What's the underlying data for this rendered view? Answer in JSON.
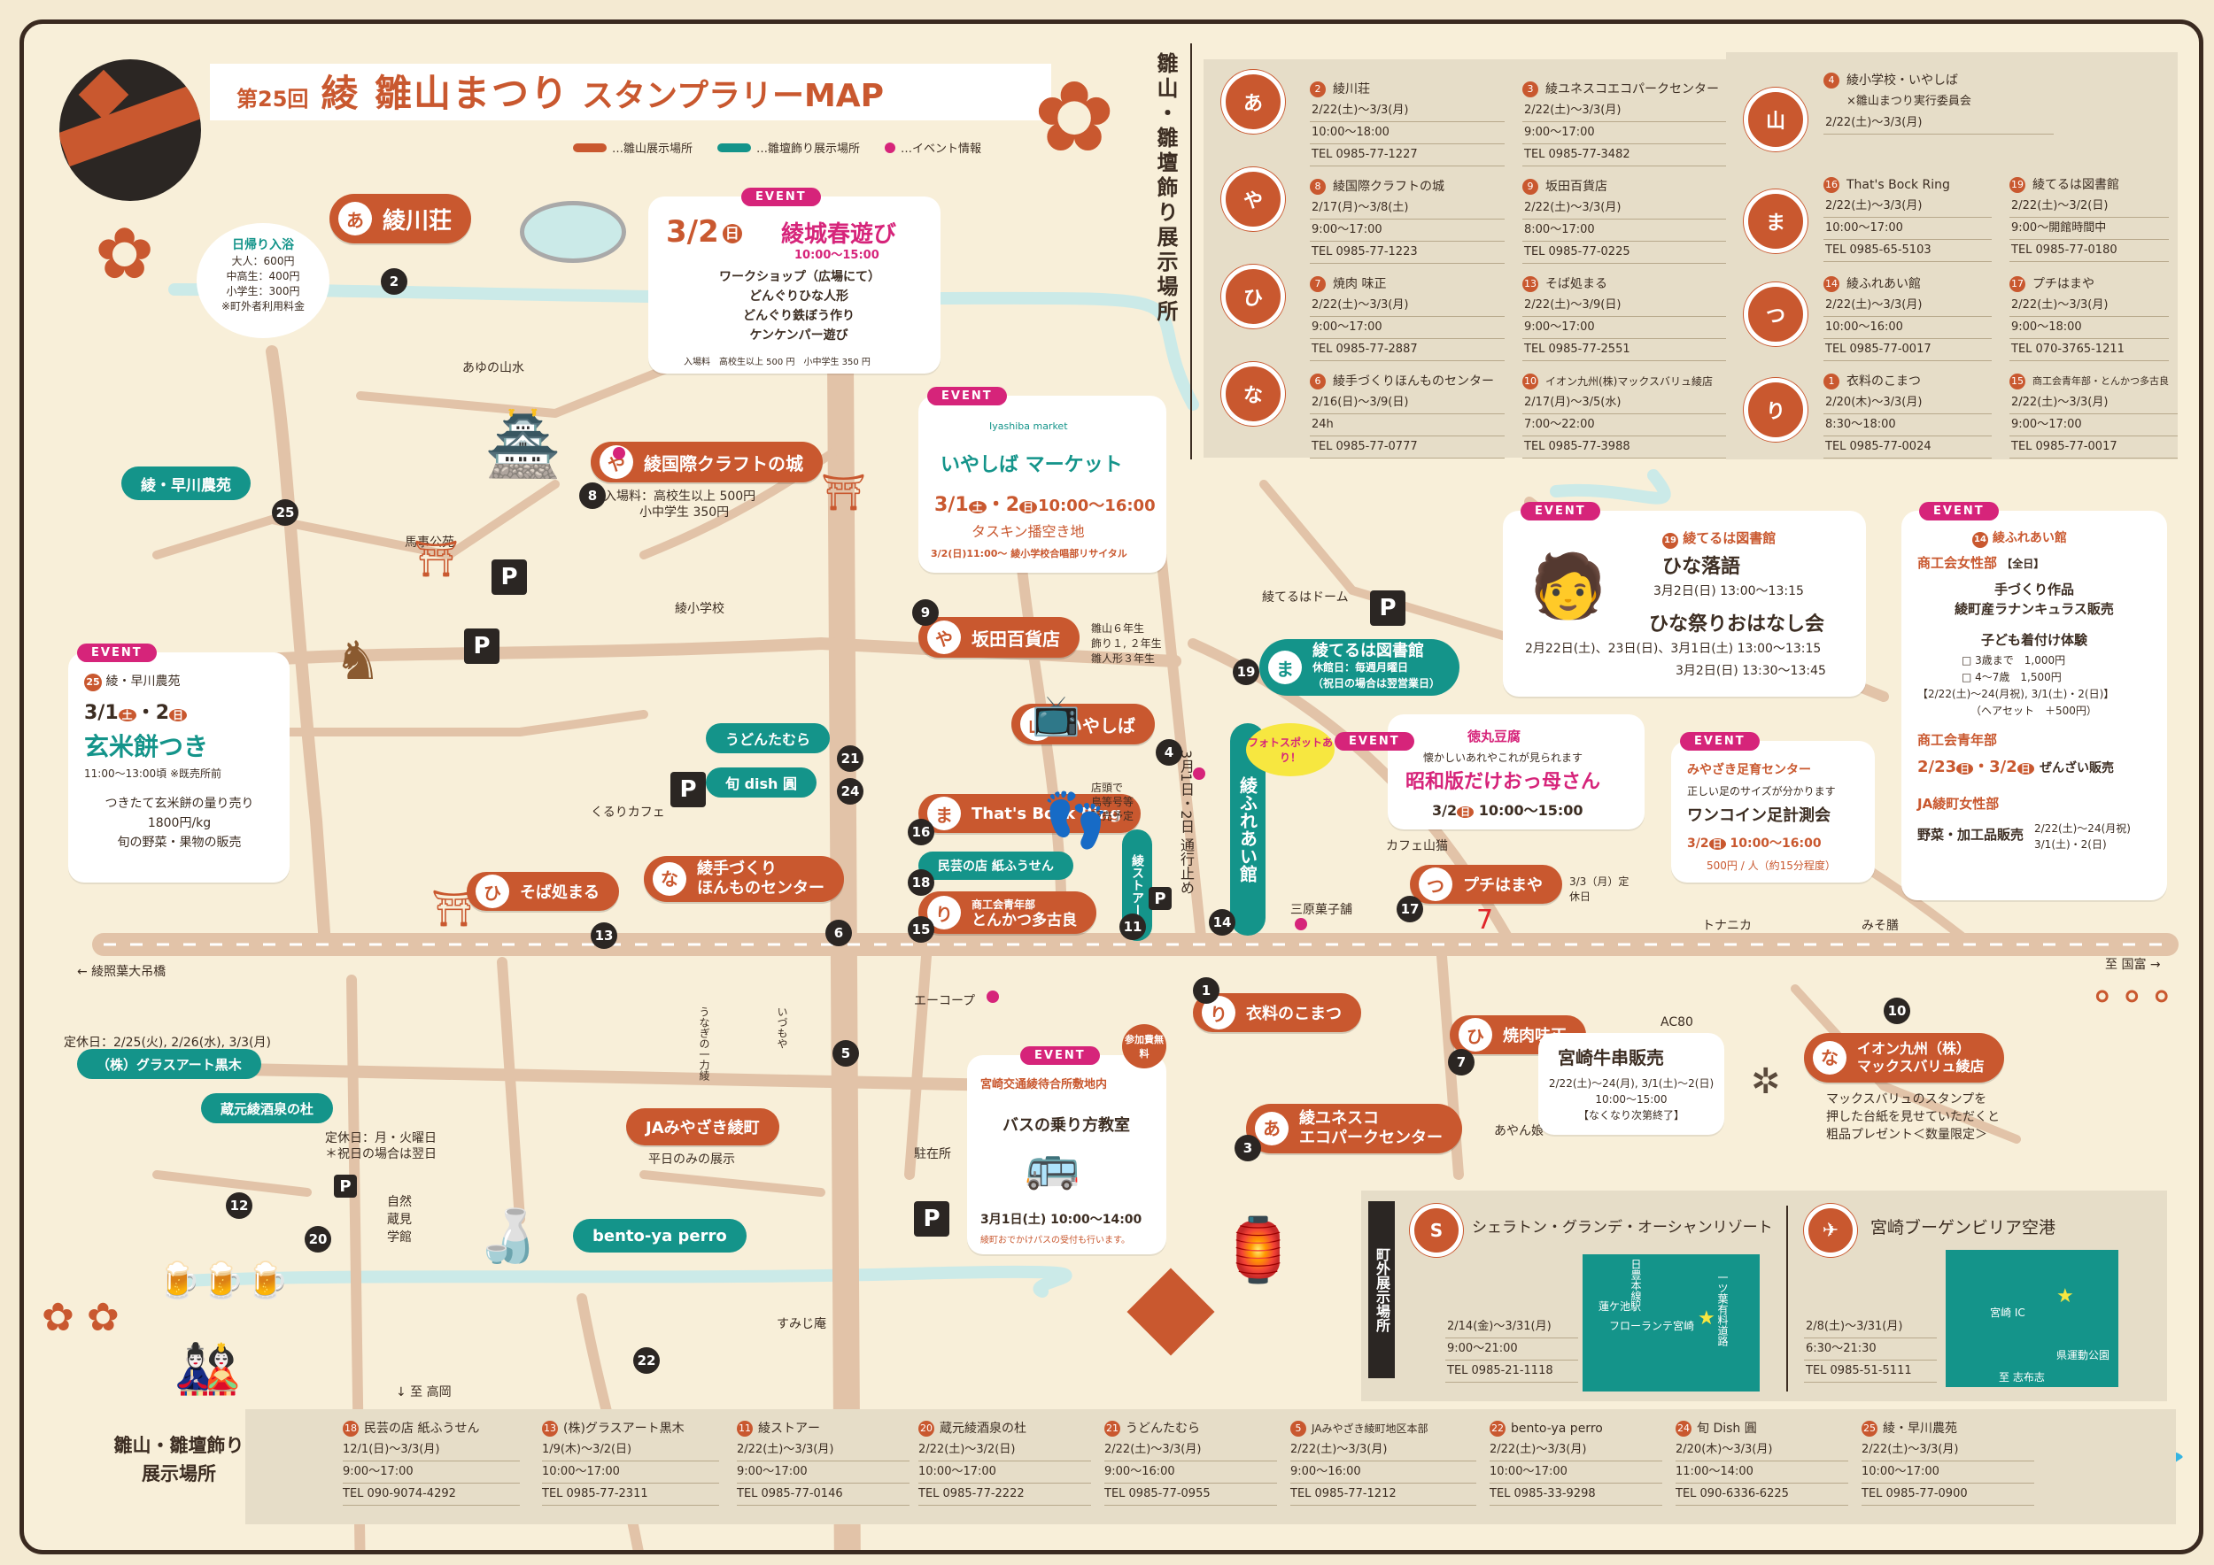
{
  "header": {
    "edition": "第25回",
    "title_main": "綾 雛山まつり",
    "title_sub": "スタンプラリーMAP",
    "legend": [
      {
        "text": "…雛山展示場所",
        "color": "#c9582f"
      },
      {
        "text": "…雛壇飾り展示場所",
        "color": "#14948a"
      },
      {
        "text": "…イベント情報",
        "color": "#d6247a"
      }
    ]
  },
  "right_panel": {
    "vertical_title": "雛山・雛壇飾り展示場所",
    "rows": [
      {
        "symbol": "あ",
        "items": [
          {
            "num": "2",
            "name": "綾川荘",
            "date": "2/22(土)～3/3(月)",
            "hours": "10:00～18:00",
            "tel": "TEL 0985-77-1227"
          },
          {
            "num": "3",
            "name": "綾ユネスコエコパークセンター",
            "date": "2/22(土)～3/3(月)",
            "hours": "9:00～17:00",
            "tel": "TEL 0985-77-3482"
          }
        ]
      },
      {
        "symbol": "や",
        "items": [
          {
            "num": "8",
            "name": "綾国際クラフトの城",
            "date": "2/17(月)～3/8(土)",
            "hours": "9:00～17:00",
            "tel": "TEL 0985-77-1223"
          },
          {
            "num": "9",
            "name": "坂田百貨店",
            "date": "2/22(土)～3/3(月)",
            "hours": "8:00～17:00",
            "tel": "TEL 0985-77-0225"
          }
        ]
      },
      {
        "symbol": "ひ",
        "items": [
          {
            "num": "7",
            "name": "焼肉 味正",
            "date": "2/22(土)～3/3(月)",
            "hours": "9:00～17:00",
            "tel": "TEL 0985-77-2887"
          },
          {
            "num": "13",
            "name": "そば処まる",
            "date": "2/22(土)～3/9(日)",
            "hours": "9:00～17:00",
            "tel": "TEL 0985-77-2551"
          }
        ]
      },
      {
        "symbol": "な",
        "items": [
          {
            "num": "6",
            "name": "綾手づくりほんものセンター",
            "date": "2/16(日)～3/9(日)",
            "hours": "24h",
            "tel": "TEL 0985-77-0777"
          },
          {
            "num": "10",
            "name": "イオン九州(株)マックスバリュ綾店",
            "date": "2/17(月)～3/5(水)",
            "hours": "7:00～22:00",
            "tel": "TEL 0985-77-3988"
          }
        ]
      }
    ],
    "col2": [
      {
        "symbol": "山",
        "items": [
          {
            "num": "4",
            "name": "綾小学校・いやしば",
            "name2": "×雛山まつり実行委員会",
            "date": "2/22(土)～3/3(月)",
            "hours": "",
            "tel": ""
          }
        ]
      },
      {
        "symbol": "ま",
        "items": [
          {
            "num": "16",
            "name": "That's Bock Ring",
            "date": "2/22(土)～3/3(月)",
            "hours": "10:00～17:00",
            "tel": "TEL 0985-65-5103"
          },
          {
            "num": "19",
            "name": "綾てるは図書館",
            "date": "2/22(土)～3/2(日)",
            "hours": "9:00～開館時間中",
            "tel": "TEL 0985-77-0180"
          }
        ]
      },
      {
        "symbol": "つ",
        "items": [
          {
            "num": "14",
            "name": "綾ふれあい館",
            "date": "2/22(土)～3/3(月)",
            "hours": "10:00～16:00",
            "tel": "TEL 0985-77-0017"
          },
          {
            "num": "17",
            "name": "プチはまや",
            "date": "2/22(土)～3/3(月)",
            "hours": "9:00～18:00",
            "tel": "TEL 070-3765-1211"
          }
        ]
      },
      {
        "symbol": "り",
        "items": [
          {
            "num": "1",
            "name": "衣料のこまつ",
            "date": "2/20(木)～3/3(月)",
            "hours": "8:30～18:00",
            "tel": "TEL 0985-77-0024"
          },
          {
            "num": "15",
            "name": "商工会青年部・とんかつ多古良",
            "date": "2/22(土)～3/3(月)",
            "hours": "9:00～17:00",
            "tel": "TEL 0985-77-0017"
          }
        ]
      }
    ]
  },
  "map": {
    "onsen_box": {
      "title": "日帰り入浴",
      "lines": [
        "大人：600円",
        "中高生：400円",
        "小学生：300円"
      ],
      "note": "※町外者利用料金"
    },
    "labels_red": [
      {
        "sym": "あ",
        "text": "綾川荘"
      },
      {
        "sym": "や",
        "text": "綾国際クラフトの城"
      },
      {
        "sym": "や",
        "text": "坂田百貨店"
      },
      {
        "sym": "山",
        "text": "いやしば"
      },
      {
        "sym": "ま",
        "text": "That's Bock Ring"
      },
      {
        "sym": "な",
        "text": "綾手づくり\nほんものセンター"
      },
      {
        "sym": "ひ",
        "text": "そば処まる"
      },
      {
        "sym": "り",
        "text": "とんかつ多古良"
      },
      {
        "sym": "り",
        "text": "衣料のこまつ"
      },
      {
        "sym": "ひ",
        "text": "焼肉味正"
      },
      {
        "sym": "あ",
        "text": "綾ユネスコ\nエコパークセンター"
      },
      {
        "sym": "な",
        "text": "イオン九州（株）\nマックスバリュ綾店"
      },
      {
        "sym": "つ",
        "text": "プチはまや"
      },
      {
        "sym": "",
        "text": "JAみやざき綾町"
      }
    ],
    "labels_teal": [
      {
        "text": "綾・早川農苑"
      },
      {
        "text": "うどんたむら"
      },
      {
        "text": "旬 dish 圓"
      },
      {
        "text": "民芸の店 紙ふうせん"
      },
      {
        "text": "（株）グラスアート黒木"
      },
      {
        "text": "蔵元綾酒泉の杜"
      },
      {
        "text": "bento-ya perro"
      },
      {
        "text": "綾てるは図書館"
      },
      {
        "text": "綾ふれあい館"
      },
      {
        "text": "綾ストアー"
      }
    ],
    "craft_fee": [
      "入場料：高校生以上 500円",
      "小中学生 350円"
    ],
    "teruha_note": [
      "休館日：毎週月曜日",
      "（祝日の場合は翌営業日）"
    ],
    "tonkatsu_prefix": "商工会青年部",
    "ja_note": "平日のみの展示",
    "sakeizumi_note": [
      "定休日：月・火曜日",
      "＊祝日の場合は翌日"
    ],
    "glass_note": "定休日：2/25(火), 2/26(水), 3/3(月)",
    "store_note": [
      "店頭で",
      "鳥等号等",
      "販売予定"
    ],
    "iyashiba_note": [
      "雛山６年生",
      "飾り１, ２年生",
      "雛人形３年生"
    ],
    "road_closed": "3月1日・2日 通行止め",
    "places": [
      "あゆの山水",
      "馬事公苑",
      "綾小学校",
      "綾てるはドーム",
      "くるりカフェ",
      "カフェ山猫",
      "三原菓子舗",
      "トナニカ",
      "みそ膳",
      "AC80",
      "エーコープ",
      "駐在所",
      "自然蔵見学館",
      "すみじ庵",
      "うなぎの一力綾",
      "いづもや",
      "あやん娘",
      "3/3（月）定休日",
      "← 綾照葉大吊橋",
      "至 国富 →",
      "↓ 至 高岡"
    ],
    "photo_spot": "フォトスポットあり！",
    "numbers": [
      "2",
      "8",
      "25",
      "9",
      "4",
      "21",
      "24",
      "16",
      "18",
      "15",
      "11",
      "14",
      "17",
      "13",
      "6",
      "1",
      "5",
      "3",
      "7",
      "10",
      "19",
      "12",
      "20",
      "22"
    ]
  },
  "events": {
    "haru": {
      "tag": "EVENT",
      "date": "3/2",
      "dow": "日",
      "title": "綾城春遊び",
      "time": "10:00～15:00",
      "items": [
        "ワークショップ（広場にて）",
        "どんぐりひな人形",
        "どんぐり鉄ぼう作り",
        "ケンケンパー遊び"
      ],
      "fee": "入場料　高校生以上 500 円　小中学生 350 円"
    },
    "iyashiba": {
      "tag": "EVENT",
      "brand": "Iyashiba market",
      "title": "いやしば マーケット",
      "date": "3/1",
      "dow1": "土",
      "date2": "2",
      "dow2": "日",
      "time": "10:00～16:00",
      "place": "タスキン播空き地",
      "note": "3/2(日)11:00～ 綾小学校合唱部リサイタル"
    },
    "genmai": {
      "tag": "EVENT",
      "num": "25",
      "place": "綾・早川農苑",
      "date": "3/1",
      "dow1": "土",
      "date2": "2",
      "dow2": "日",
      "title": "玄米餅つき",
      "time": "11:00～13:00頃 ※既売所前",
      "lines": [
        "つきたて玄米餅の量り売り",
        "1800円/kg",
        "旬の野菜・果物の販売"
      ]
    },
    "library": {
      "tag": "EVENT",
      "num": "19",
      "place": "綾てるは図書館",
      "title1": "ひな落語",
      "date1": "3月2日(日) 13:00～13:15",
      "title2": "ひな祭りおはなし会",
      "date2a": "2月22日(土)、23日(日)、3月1日(土) 13:00～13:15",
      "date2b": "3月2日(日) 13:30～13:45"
    },
    "fureai": {
      "tag": "EVENT",
      "num": "14",
      "place": "綾ふれあい館",
      "s1_title": "商工会女性部",
      "s1_tag": "【全日】",
      "s1_lines": [
        "手づくり作品",
        "綾町産ラナンキュラス販売"
      ],
      "s2_title": "子ども着付け体験",
      "s2_lines": [
        "□ 3歳まで　1,000円",
        "□ 4～7歳　1,500円",
        "【2/22(土)～24(月祝), 3/1(土)・2(日)】",
        "（ヘアセット　＋500円）"
      ],
      "s3_title": "商工会青年部",
      "s3_date": "2/23",
      "s3_dow": "日",
      "s3_date2": "3/2",
      "s3_dow2": "日",
      "s3_text": "ぜんざい販売",
      "s4_title": "JA綾町女性部",
      "s4_text": "野菜・加工品販売",
      "s4_dates": [
        "2/22(土)～24(月祝)",
        "3/1(土)・2(日)"
      ]
    },
    "tokumaru": {
      "tag": "EVENT",
      "place": "徳丸豆腐",
      "sub": "懐かしいあれやこれが見られます",
      "title": "昭和版だけおっ母さん",
      "date": "3/2",
      "dow": "日",
      "time": "10:00～15:00"
    },
    "foot": {
      "tag": "EVENT",
      "place": "みやざき足育センター",
      "sub": "正しい足のサイズが分かります",
      "title": "ワンコイン足計測会",
      "date": "3/2",
      "dow": "日",
      "time": "10:00～16:00",
      "fee": "500円 / 人（約15分程度）"
    },
    "bus": {
      "tag": "EVENT",
      "place": "宮崎交通綾待合所敷地内",
      "badge": "参加費無料",
      "title": "バスの乗り方教室",
      "date": "3月1日(土) 10:00～14:00",
      "note": "綾町おでかけパスの受付も行います。"
    },
    "beef": {
      "title": "宮崎牛串販売",
      "lines": [
        "2/22(土)～24(月), 3/1(土)～2(日)",
        "10:00～15:00",
        "【なくなり次第終了】"
      ]
    },
    "maxvalu": {
      "lines": [
        "マックスバリュのスタンプを",
        "押した台紙を見せていただくと",
        "粗品プレゼント＜数量限定＞"
      ]
    }
  },
  "outside": {
    "vertical_title": "町外展示場所",
    "venues": [
      {
        "sym": "S",
        "name": "シェラトン・グランデ・オーシャンリゾート",
        "date": "2/14(金)～3/31(月)",
        "hours": "9:00～21:00",
        "tel": "TEL 0985-21-1118",
        "map_labels": [
          "蓮ケ池駅",
          "フローランテ宮崎",
          "日豊本線",
          "一ツ葉有料道路"
        ]
      },
      {
        "sym": "✈",
        "name": "宮崎ブーゲンビリア空港",
        "date": "2/8(土)～3/31(月)",
        "hours": "6:30～21:30",
        "tel": "TEL 0985-51-5111",
        "map_labels": [
          "宮崎 IC",
          "県運動公園",
          "至 志布志"
        ]
      }
    ]
  },
  "bottom": {
    "title": "雛山・雛壇飾り展示場所",
    "items": [
      {
        "num": "18",
        "name": "民芸の店 紙ふうせん",
        "date": "12/1(日)～3/3(月)",
        "hours": "9:00～17:00",
        "tel": "TEL 090-9074-4292"
      },
      {
        "num": "13",
        "name": "(株)グラスアート黒木",
        "date": "1/9(木)～3/2(日)",
        "hours": "10:00～17:00",
        "tel": "TEL 0985-77-2311"
      },
      {
        "num": "11",
        "name": "綾ストアー",
        "date": "2/22(土)～3/3(月)",
        "hours": "9:00～17:00",
        "tel": "TEL 0985-77-0146"
      },
      {
        "num": "20",
        "name": "蔵元綾酒泉の杜",
        "date": "2/22(土)～3/2(日)",
        "hours": "10:00～17:00",
        "tel": "TEL 0985-77-2222"
      },
      {
        "num": "21",
        "name": "うどんたむら",
        "date": "2/22(土)～3/3(月)",
        "hours": "9:00～16:00",
        "tel": "TEL 0985-77-0955"
      },
      {
        "num": "5",
        "name": "JAみやざき綾町地区本部",
        "date": "2/22(土)～3/3(月)",
        "hours": "9:00～16:00",
        "tel": "TEL 0985-77-1212"
      },
      {
        "num": "22",
        "name": "bento-ya perro",
        "date": "2/22(土)～3/3(月)",
        "hours": "10:00～17:00",
        "tel": "TEL 0985-33-9298"
      },
      {
        "num": "24",
        "name": "旬 Dish 圓",
        "date": "2/20(木)～3/3(月)",
        "hours": "11:00～14:00",
        "tel": "TEL 090-6336-6225"
      },
      {
        "num": "25",
        "name": "綾・早川農苑",
        "date": "2/22(土)～3/3(月)",
        "hours": "10:00～17:00",
        "tel": "TEL 0985-77-0900"
      }
    ]
  },
  "colors": {
    "red": "#c9582f",
    "teal": "#14948a",
    "pink": "#d6247a",
    "road": "#e2c3a8",
    "water": "#cbeae8",
    "bg": "#f8efd9"
  }
}
